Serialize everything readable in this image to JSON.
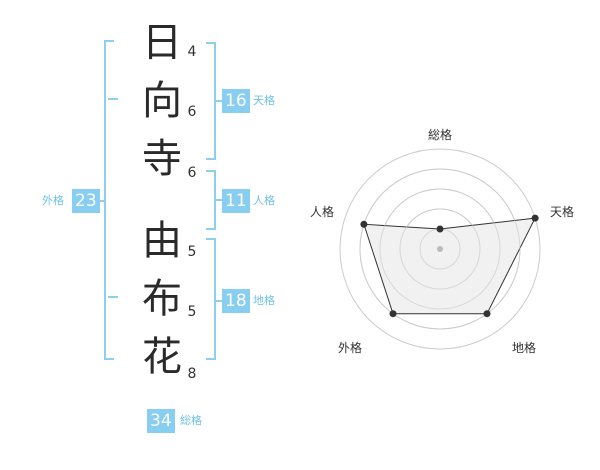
{
  "name_chars": [
    {
      "char": "日",
      "strokes": "4"
    },
    {
      "char": "向",
      "strokes": "6"
    },
    {
      "char": "寺",
      "strokes": "6"
    },
    {
      "char": "由",
      "strokes": "5"
    },
    {
      "char": "布",
      "strokes": "5"
    },
    {
      "char": "花",
      "strokes": "8"
    }
  ],
  "fortunes": {
    "tenkaku": {
      "value": "16",
      "label": "天格"
    },
    "jinkaku": {
      "value": "11",
      "label": "人格"
    },
    "chikaku": {
      "value": "18",
      "label": "地格"
    },
    "gaikaku": {
      "value": "23",
      "label": "外格"
    },
    "soukaku": {
      "value": "34",
      "label": "総格"
    }
  },
  "chart_data": {
    "type": "radar",
    "axes": [
      "総格",
      "天格",
      "地格",
      "外格",
      "人格"
    ],
    "levels": 5,
    "max": 5,
    "values": [
      1,
      5,
      4,
      4,
      4
    ],
    "colors": {
      "fill": "#efefef",
      "line": "#333333",
      "grid": "#cccccc",
      "center": "#bbbbbb",
      "bracket": "#8ccfee",
      "badge": "#88cef1"
    }
  }
}
